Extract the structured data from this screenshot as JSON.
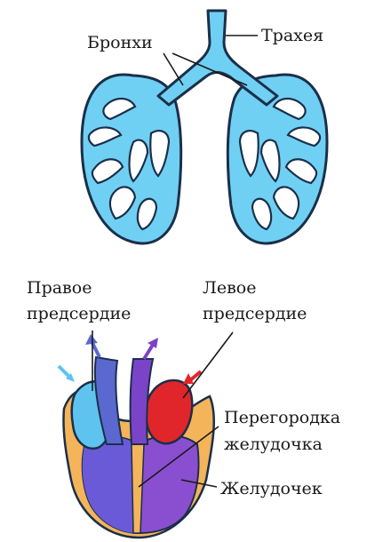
{
  "labels": {
    "trachea": "Трахея",
    "bronchi": "Бронхи",
    "right_atrium_1": "Правое",
    "right_atrium_2": "предсердие",
    "left_atrium_1": "Левое",
    "left_atrium_2": "предсердие",
    "septum_1": "Перегородка",
    "septum_2": "желудочка",
    "ventricle": "Желудочек"
  }
}
